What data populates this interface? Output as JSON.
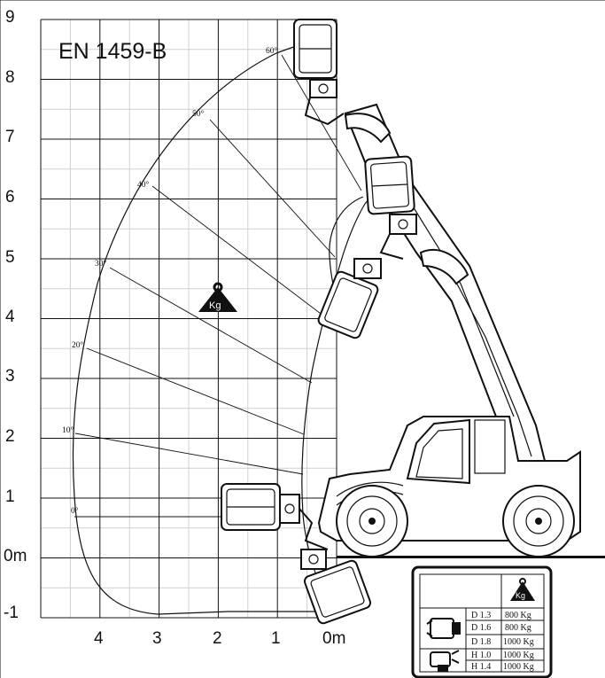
{
  "standard_label": "EN 1459-B",
  "y_axis_labels": [
    "9",
    "8",
    "7",
    "6",
    "5",
    "4",
    "3",
    "2",
    "1",
    "0m",
    "-1"
  ],
  "x_axis_labels": [
    "4",
    "3",
    "2",
    "1",
    "0m"
  ],
  "boom_angles": [
    "60°",
    "50°",
    "40°",
    "30°",
    "20°",
    "10°",
    "0°"
  ],
  "load_zone_weight_label": "Kg",
  "capacity_table": {
    "header_weight_label": "Kg",
    "rows": [
      {
        "code": "D 1.3",
        "load": "800 Kg"
      },
      {
        "code": "D 1.6",
        "load": "800 Kg"
      },
      {
        "code": "D 1.8",
        "load": "1000 Kg"
      },
      {
        "code": "H 1.0",
        "load": "1000 Kg"
      },
      {
        "code": "H 1.4",
        "load": "1000 Kg"
      }
    ]
  },
  "colors": {
    "line": "#111111",
    "grid_minor": "#d0d0d0",
    "background": "#ffffff"
  }
}
